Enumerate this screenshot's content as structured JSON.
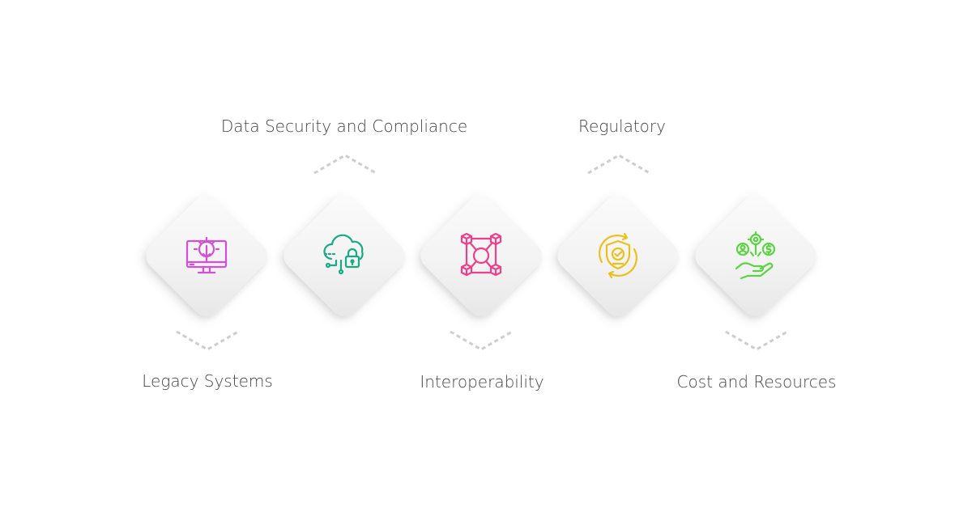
{
  "steps": [
    {
      "label": "Legacy Systems",
      "icon": "monitor-gear-icon",
      "color": "#d24fd8"
    },
    {
      "label": "Data Security and Compliance",
      "icon": "cloud-lock-icon",
      "color": "#1aa985"
    },
    {
      "label": "Interoperability",
      "icon": "network-cubes-icon",
      "color": "#ee3f8a"
    },
    {
      "label": "Regulatory",
      "icon": "shield-check-icon",
      "color": "#e9c11a"
    },
    {
      "label": "Cost and Resources",
      "icon": "hand-coins-icon",
      "color": "#5ed246"
    }
  ]
}
